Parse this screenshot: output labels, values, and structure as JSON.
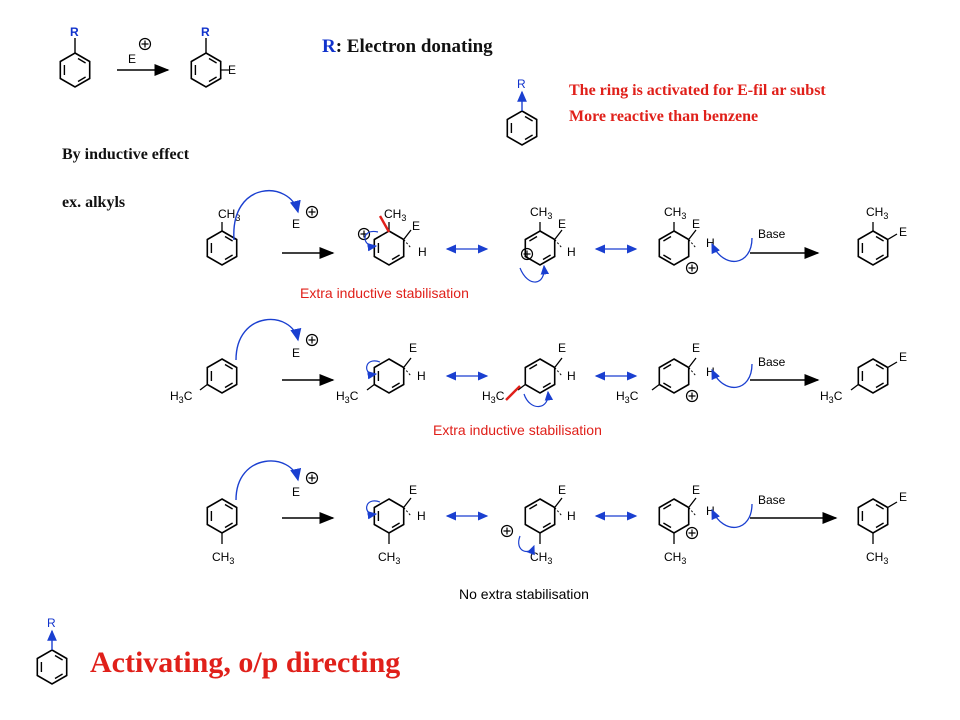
{
  "header": {
    "r_letter": "R",
    "r_rest": ": Electron donating",
    "note_line1": "The ring is activated for E-fil ar subst",
    "note_line2": "More reactive than benzene",
    "inductive": "By inductive effect",
    "example": "ex. alkyls"
  },
  "labels": {
    "R": "R",
    "E": "E",
    "H": "H",
    "CH": "CH",
    "sub3": "3",
    "H3C_H": "H",
    "H3C_C": "C",
    "base": "Base"
  },
  "captions": {
    "ortho": "Extra inductive stabilisation",
    "para": "Extra inductive stabilisation",
    "meta": "No extra stabilisation"
  },
  "footer": {
    "verdict": "Activating, o/p directing"
  },
  "colors": {
    "ring": "#000000",
    "arrow_blue": "#1a3fd0",
    "accent_red": "#e0201a",
    "r_blue": "#1133cc"
  }
}
